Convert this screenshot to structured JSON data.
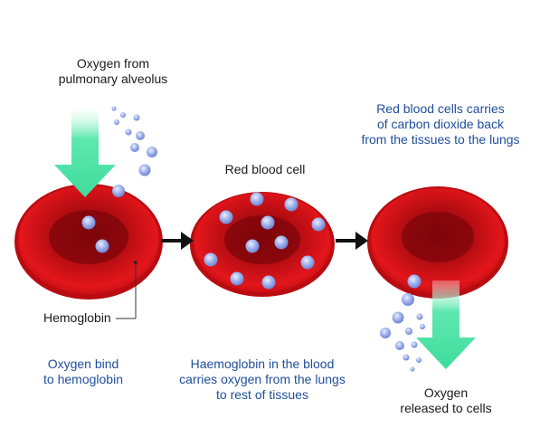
{
  "labels": {
    "oxygen_from": [
      "Oxygen from",
      "pulmonary alveolus"
    ],
    "red_blood_cell": "Red blood cell",
    "rbc_carries": [
      "Red blood cells carries",
      "of carbon dioxide back",
      "from the tissues to the lungs"
    ],
    "hemoglobin": "Hemoglobin",
    "oxygen_bind": [
      "Oxygen bind",
      "to hemoglobin"
    ],
    "haemoglobin_carries": [
      "Haemoglobin in the blood",
      "carries oxygen from the lungs",
      "to rest of tissues"
    ],
    "oxygen_released": [
      "Oxygen",
      "released to cells"
    ]
  },
  "colors": {
    "cell_red": "#d11418",
    "cell_dark": "#9e0a0e",
    "oxygen_bubble": "#8fa3e6",
    "arrow_green": "#4fe3a6",
    "arrow_black": "#111111",
    "blue_text": "#1f4e9a"
  }
}
